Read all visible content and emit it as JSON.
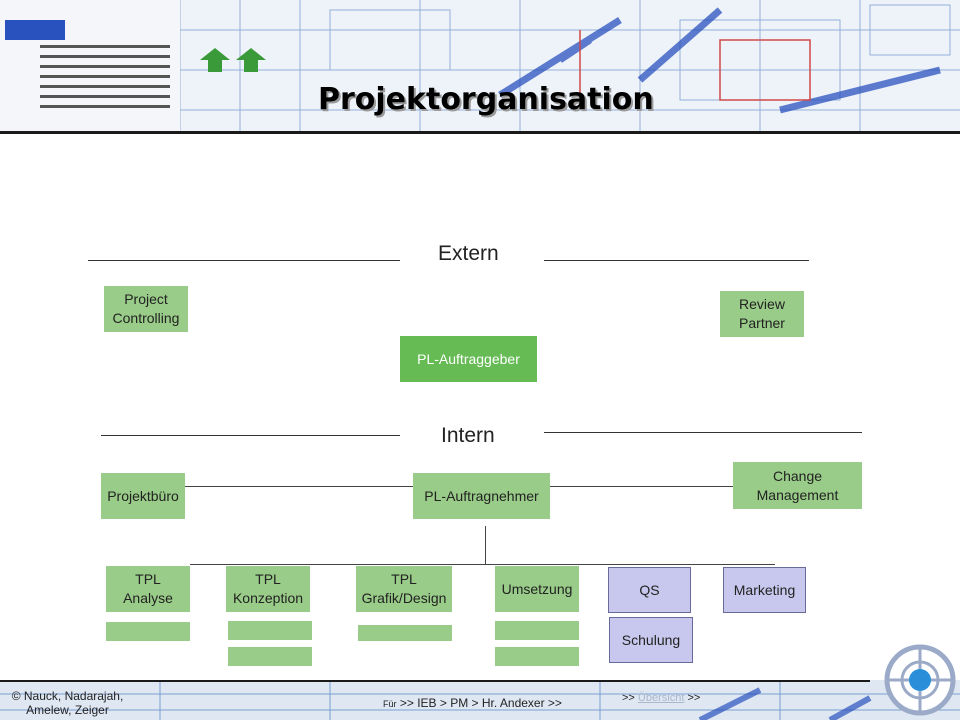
{
  "page": {
    "title": "Projektorganisation"
  },
  "sections": {
    "extern": "Extern",
    "intern": "Intern"
  },
  "extern_boxes": {
    "project_controlling": "Project\nControlling",
    "review_partner": "Review\nPartner",
    "pl_auftraggeber": "PL-Auftraggeber"
  },
  "intern_boxes": {
    "projektbuero": "Projektbüro",
    "pl_auftragnehmer": "PL-Auftragnehmer",
    "change_management": "Change\nManagement"
  },
  "teams": {
    "tpl_analyse": "TPL\nAnalyse",
    "tpl_konzeption": "TPL\nKonzeption",
    "tpl_grafik": "TPL\nGrafik/Design",
    "umsetzung": "Umsetzung",
    "qs": "QS",
    "schulung": "Schulung",
    "marketing": "Marketing"
  },
  "footer": {
    "copyright": "©",
    "authors_line1": "Nauck, Nadarajah,",
    "authors_line2": "Amelew, Zeiger",
    "nav_prefix": "Für",
    "nav_path": ">> IEB > PM > Hr. Andexer >>",
    "nav2_prefix": ">>",
    "nav2_link": "Übersicht",
    "nav2_suffix": ">>"
  },
  "colors": {
    "box_green": "#99cc88",
    "box_green_dark": "#66bb55",
    "box_lavender": "#c8c8ee",
    "header_bg": "#eef3fa",
    "nav_icon": "#2a8fd8"
  },
  "icons": {
    "header": "network-diagram-image",
    "nav": "crosshair-navigation-icon"
  }
}
